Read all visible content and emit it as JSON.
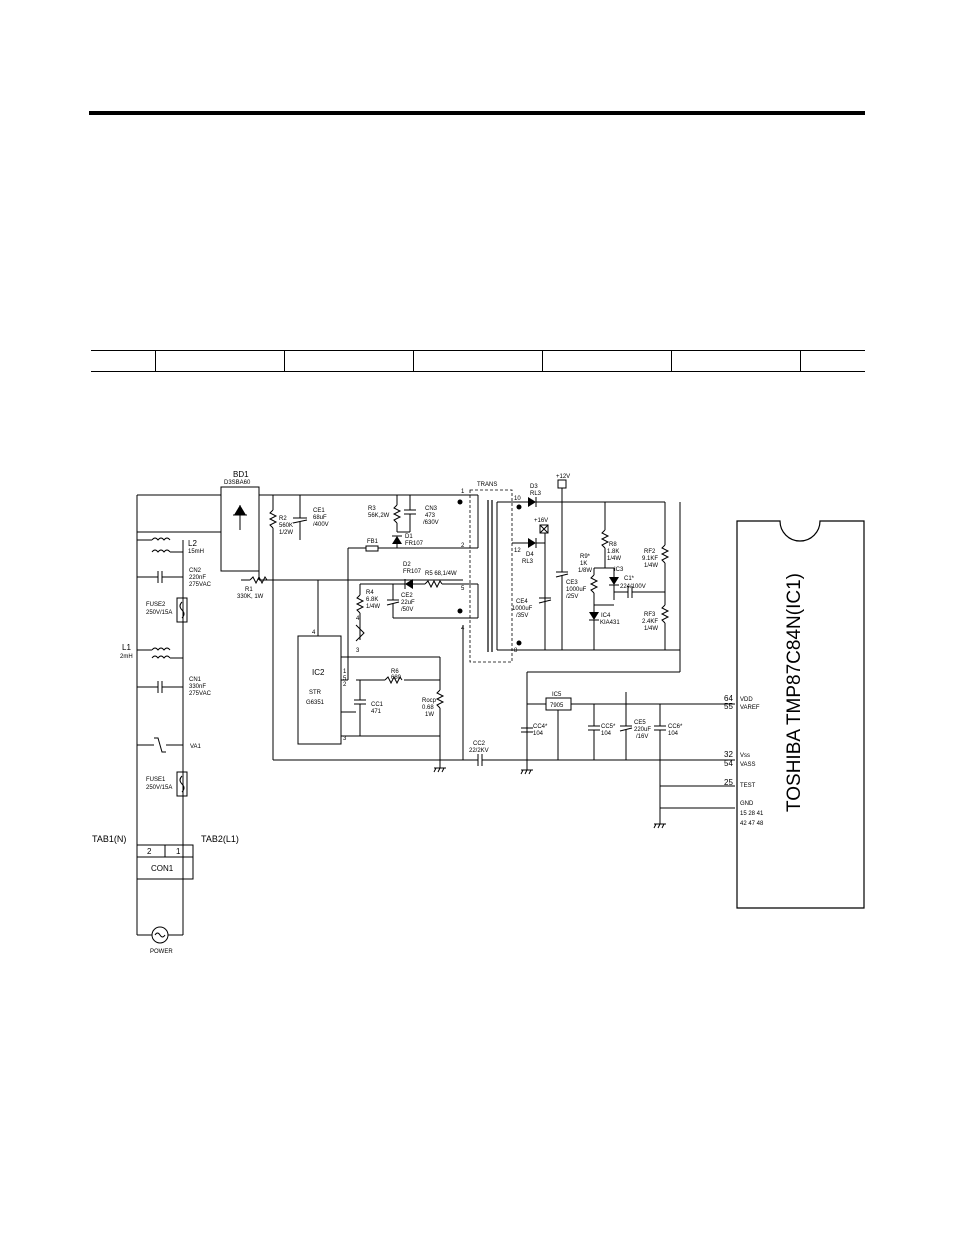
{
  "labels": {
    "bd1_name": "BD1",
    "bd1_part": "D3SBA60",
    "l2_name": "L2",
    "l2_val": "15mH",
    "cn2_name": "CN2",
    "cn2_val1": "220nF",
    "cn2_val2": "275VAC",
    "fuse2_name": "FUSE2",
    "fuse2_val": "250V/15A",
    "l1_name": "L1",
    "l1_val": "2mH",
    "cn1_name": "CN1",
    "cn1_val1": "330nF",
    "cn1_val2": "275VAC",
    "va1_name": "VA1",
    "fuse1_name": "FUSE1",
    "fuse1_val": "250V/15A",
    "tab1": "TAB1(N)",
    "tab2": "TAB2(L1)",
    "pin2": "2",
    "pin1": "1",
    "con1": "CON1",
    "power": "POWER",
    "r2_name": "R2",
    "r2_val1": "560K",
    "r2_val2": "1/2W",
    "ce1_name": "CE1",
    "ce1_val1": "68uF",
    "ce1_val2": "/400V",
    "r1_name": "R1",
    "r1_val": "330K, 1W",
    "r3_name": "R3",
    "r3_val": "56K,2W",
    "cn3_name": "CN3",
    "cn3_val1": "473",
    "cn3_val2": "/630V",
    "d1_name": "D1",
    "d1_val": "FR107",
    "fb1": "FB1",
    "d2_name": "D2",
    "d2_val": "FR107",
    "r5_val": "R5 68,1/4W",
    "r4_name": "R4",
    "r4_val1": "6.8K",
    "r4_val2": "1/4W",
    "ce2_name": "CE2",
    "ce2_val1": "22uF",
    "ce2_val2": "/50V",
    "ic2_name": "IC2",
    "ic2_part1": "STR",
    "ic2_part2": "G6351",
    "r6_name": "R6",
    "r6_val": "680",
    "cc1_name": "CC1",
    "cc1_val": "471",
    "rocp_name": "Rocp",
    "rocp_val1": "0.68",
    "rocp_val2": "1W",
    "cc2_name": "CC2",
    "cc2_val": "22/2KV",
    "trans": "TRANS",
    "t1": "1",
    "t2": "2",
    "t5": "5",
    "t4": "4",
    "t10": "10",
    "t12": "12",
    "t8": "8",
    "ic2_pin4": "4",
    "ic2_pin1": "1",
    "ic2_pin2": "2",
    "ic2_pin3": "3",
    "ic2_pin5": "5",
    "ic2_pin3b": "3",
    "ic2_pin4b": "4",
    "plus12v": "+12V",
    "d3_name": "D3",
    "d3_val": "RL3",
    "plus16v": "+16V",
    "d4_name": "D4",
    "d4_val": "RL3",
    "ce4_name": "CE4",
    "ce4_val1": "1000uF",
    "ce4_val2": "/35V",
    "ce3_name": "CE3",
    "ce3_val1": "1000uF",
    "ce3_val2": "/25V",
    "r9_name": "R9*",
    "r9_val1": "1K",
    "r9_val2": "1/8W",
    "r8_name": "R8",
    "r8_val1": "1.8K",
    "r8_val2": "1/4W",
    "ic3_name": "IC3",
    "c1_name": "C1*",
    "c1_val": "224/100V",
    "ic4_name": "IC4",
    "ic4_part": "KIA431",
    "rf2_name": "RF2",
    "rf2_val1": "9.1KF",
    "rf2_val2": "1/4W",
    "rf3_name": "RF3",
    "rf3_val1": "2.4KF",
    "rf3_val2": "1/4W",
    "ic5_name": "IC5",
    "ic5_part": "7905",
    "cc4_name": "CC4*",
    "cc4_val": "104",
    "cc5_name": "CC5*",
    "cc5_val": "104",
    "ce5_name": "CE5",
    "ce5_val1": "220uF",
    "ce5_val2": "/16V",
    "cc6_name": "CC6*",
    "cc6_val": "104",
    "p64": "64",
    "p55": "55",
    "vdd": "VDD",
    "varef": "VAREF",
    "p32": "32",
    "p54": "54",
    "vss": "Vss",
    "vass": "VASS",
    "p25": "25",
    "test": "TEST",
    "gnd": "GND",
    "gnd_pins1": "15  28  41",
    "gnd_pins2": "42  47  48",
    "ic1_text": "TOSHIBA  TMP87C84N(IC1)"
  }
}
